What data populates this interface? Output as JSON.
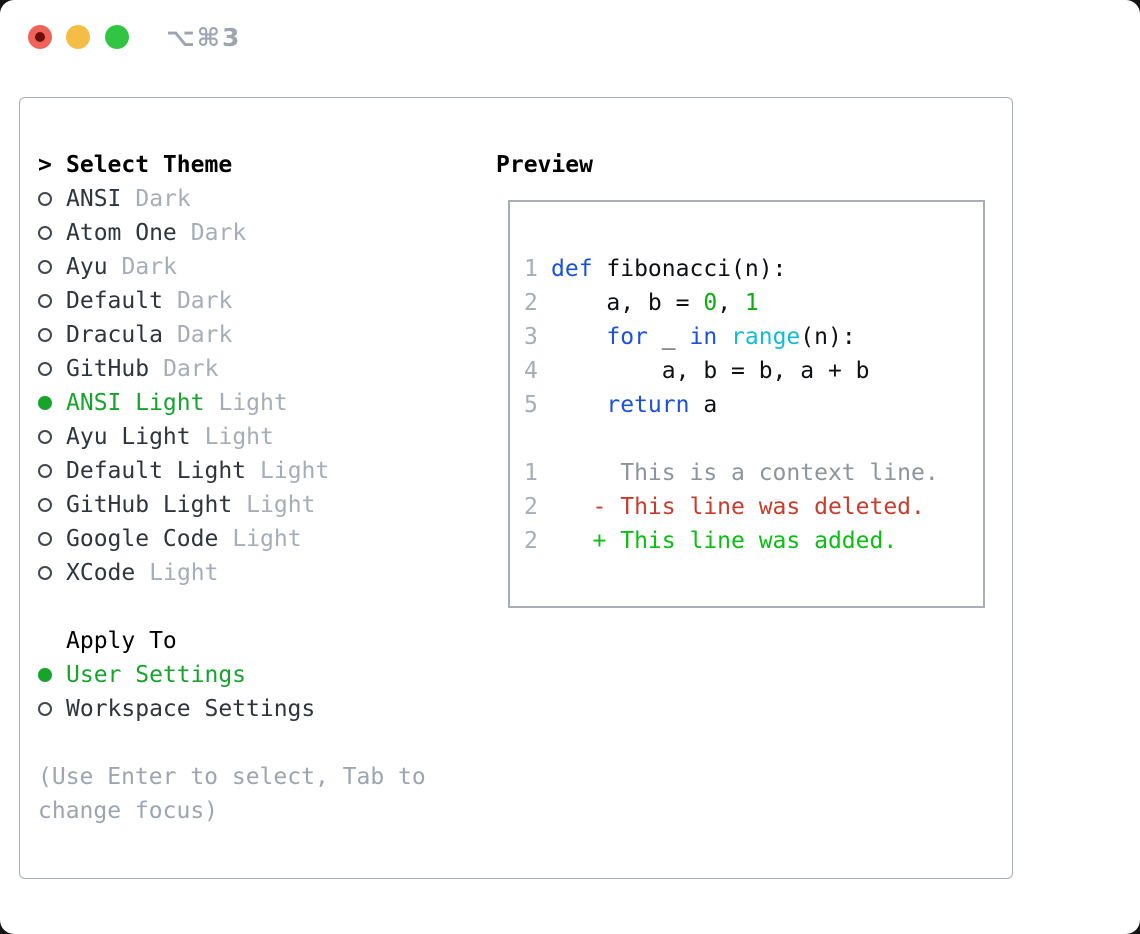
{
  "window": {
    "title": "⌥⌘3",
    "traffic_lights": [
      {
        "name": "close",
        "color": "#f0635a",
        "inner_dot": "#6e0f06"
      },
      {
        "name": "minimize",
        "color": "#f4bd45",
        "inner_dot": null
      },
      {
        "name": "zoom",
        "color": "#32c544",
        "inner_dot": null
      }
    ]
  },
  "theme_panel": {
    "prompt": ">",
    "header": "Select Theme",
    "items": [
      {
        "name": "ANSI",
        "variant": "Dark",
        "selected": false
      },
      {
        "name": "Atom One",
        "variant": "Dark",
        "selected": false
      },
      {
        "name": "Ayu",
        "variant": "Dark",
        "selected": false
      },
      {
        "name": "Default",
        "variant": "Dark",
        "selected": false
      },
      {
        "name": "Dracula",
        "variant": "Dark",
        "selected": false
      },
      {
        "name": "GitHub",
        "variant": "Dark",
        "selected": false
      },
      {
        "name": "ANSI Light",
        "variant": "Light",
        "selected": true
      },
      {
        "name": "Ayu Light",
        "variant": "Light",
        "selected": false
      },
      {
        "name": "Default Light",
        "variant": "Light",
        "selected": false
      },
      {
        "name": "GitHub Light",
        "variant": "Light",
        "selected": false
      },
      {
        "name": "Google Code",
        "variant": "Light",
        "selected": false
      },
      {
        "name": "XCode",
        "variant": "Light",
        "selected": false
      }
    ],
    "apply_to": {
      "header": "Apply To",
      "options": [
        {
          "label": "User Settings",
          "selected": true
        },
        {
          "label": "Workspace Settings",
          "selected": false
        }
      ]
    },
    "help_lines": [
      "(Use Enter to select, Tab to",
      "change focus)"
    ]
  },
  "preview": {
    "header": "Preview",
    "code_lines": [
      {
        "num": "1",
        "tokens": [
          {
            "t": "def",
            "c": "kw"
          },
          {
            "t": " fibonacci(n):",
            "c": "fg"
          }
        ]
      },
      {
        "num": "2",
        "tokens": [
          {
            "t": "    a, b = ",
            "c": "fg"
          },
          {
            "t": "0",
            "c": "num"
          },
          {
            "t": ", ",
            "c": "fg"
          },
          {
            "t": "1",
            "c": "num"
          }
        ]
      },
      {
        "num": "3",
        "tokens": [
          {
            "t": "    ",
            "c": "fg"
          },
          {
            "t": "for",
            "c": "kw"
          },
          {
            "t": " _ ",
            "c": "fg"
          },
          {
            "t": "in",
            "c": "kw"
          },
          {
            "t": " ",
            "c": "fg"
          },
          {
            "t": "range",
            "c": "fn"
          },
          {
            "t": "(n):",
            "c": "fg"
          }
        ]
      },
      {
        "num": "4",
        "tokens": [
          {
            "t": "        a, b = b, a + b",
            "c": "fg"
          }
        ]
      },
      {
        "num": "5",
        "tokens": [
          {
            "t": "    ",
            "c": "fg"
          },
          {
            "t": "return",
            "c": "kw"
          },
          {
            "t": " a",
            "c": "fg"
          }
        ]
      }
    ],
    "diff_lines": [
      {
        "num": "1",
        "text": "     This is a context line.",
        "kind": "context"
      },
      {
        "num": "2",
        "text": "   - This line was deleted.",
        "kind": "deleted"
      },
      {
        "num": "2",
        "text": "   + This line was added.",
        "kind": "added"
      }
    ]
  },
  "colors": {
    "fg": "#0e1114",
    "kw": "#1c51db",
    "fn": "#12bcd4",
    "num": "#0aae0f",
    "context": "#8d949c",
    "deleted": "#c93b2b",
    "added": "#0abf12",
    "selected": "#17a42c",
    "item_text": "#2f353c",
    "muted_text": "#a5adb8",
    "help_text": "#9ca5b0",
    "line_number": "#a5adb8",
    "border": "#a8afb7"
  }
}
